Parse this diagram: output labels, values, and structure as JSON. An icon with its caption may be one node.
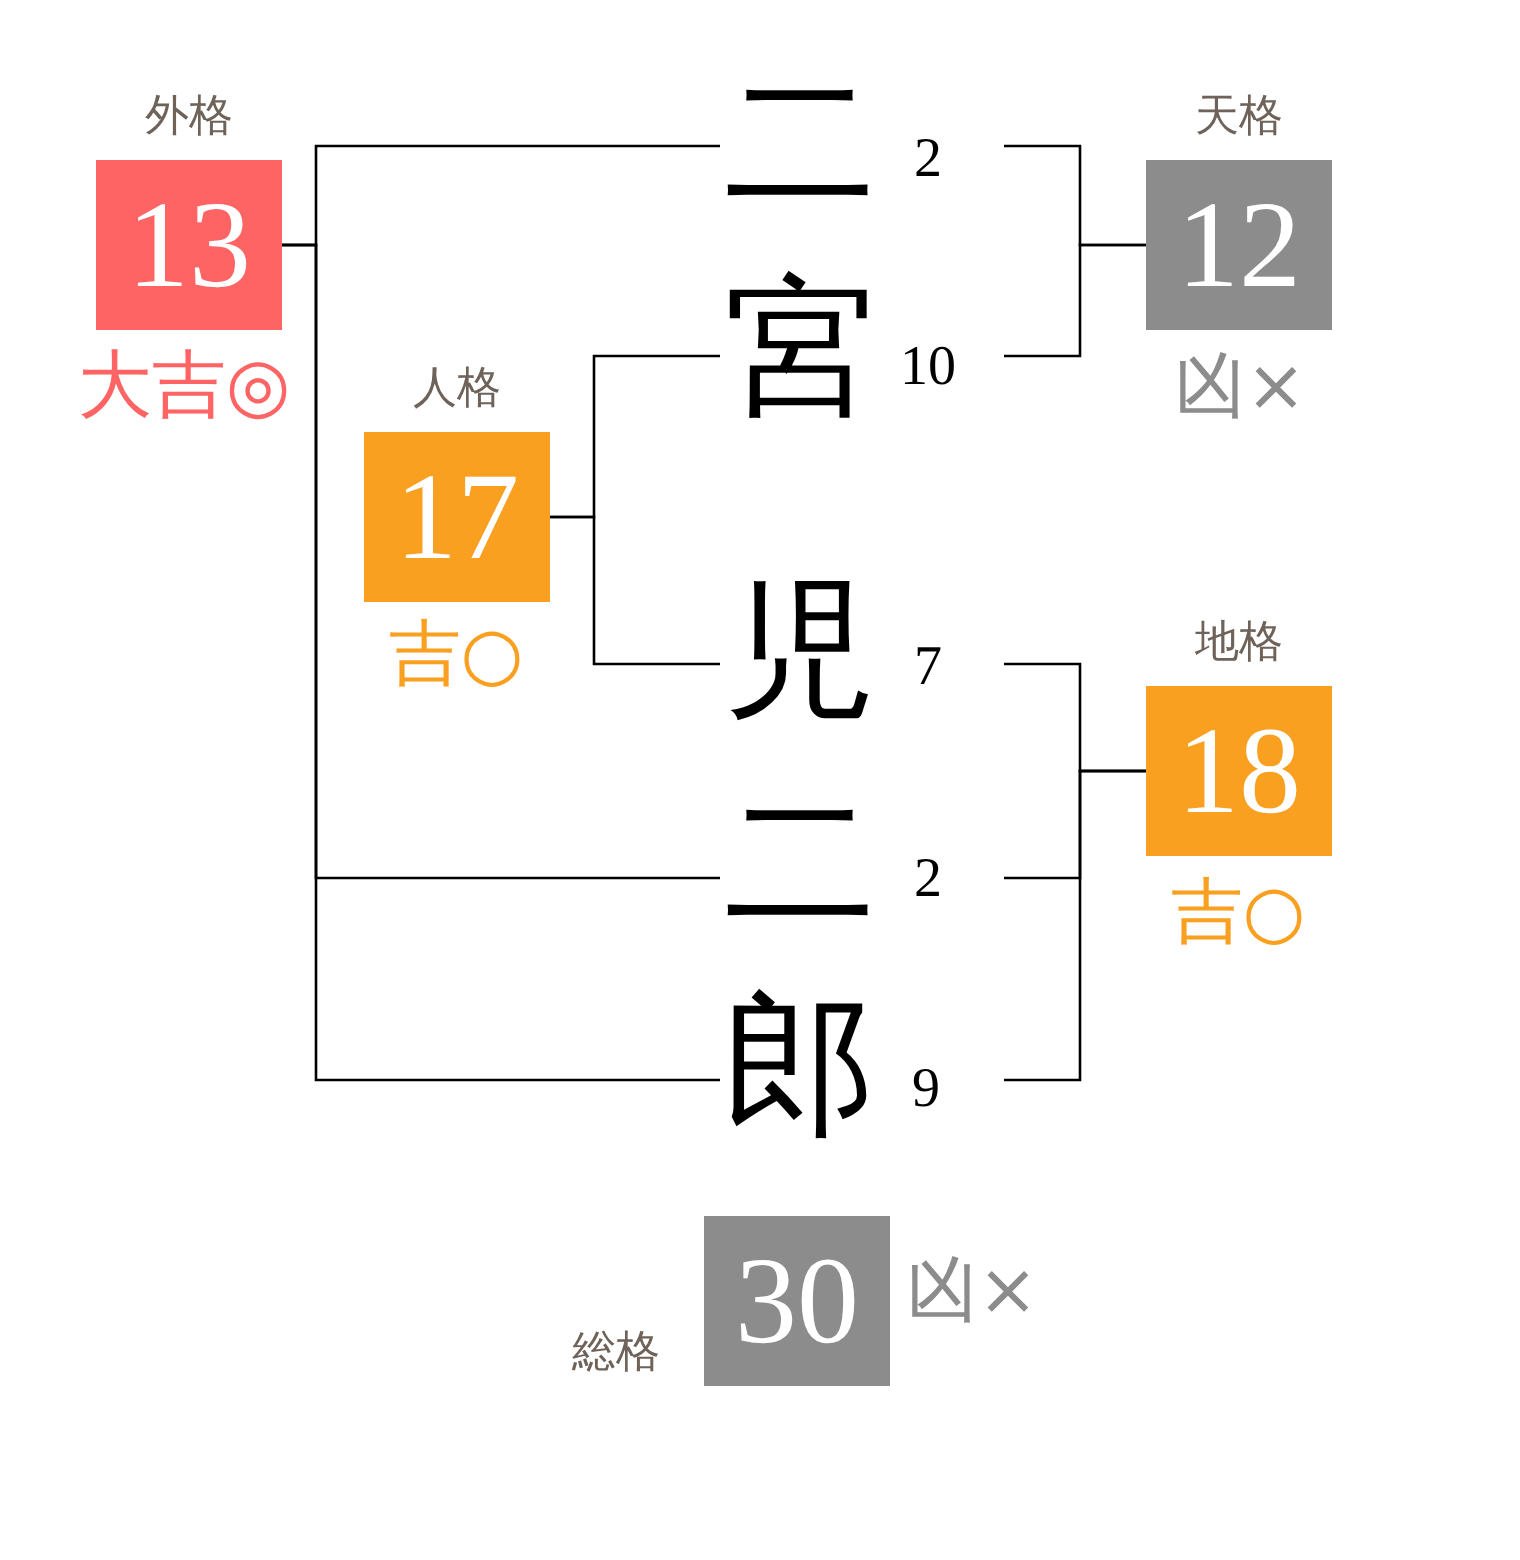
{
  "diagram": {
    "nodes": [
      {
        "text": [
          "外格",
          "13"
        ],
        "beside": [
          "大吉◎"
        ]
      },
      {
        "text": [
          "二"
        ],
        "beside": [
          "2"
        ]
      },
      {
        "text": [
          "天格",
          "12"
        ],
        "beside": [
          "凶×"
        ]
      },
      {
        "text": [
          "宮"
        ],
        "beside": [
          "10"
        ]
      },
      {
        "text": [
          "人格",
          "17"
        ],
        "beside": [
          "吉○"
        ]
      },
      {
        "text": [
          "児"
        ],
        "beside": [
          "7"
        ]
      },
      {
        "text": [
          "地格",
          "18"
        ],
        "beside": [
          "吉○"
        ]
      },
      {
        "text": [
          "二"
        ],
        "beside": [
          "2"
        ]
      },
      {
        "text": [
          "郎"
        ],
        "beside": [
          "9"
        ]
      },
      {
        "text": [
          "総格",
          "30"
        ],
        "beside": [
          "凶×"
        ]
      }
    ],
    "edges": [
      {
        "from": 0,
        "to": 1,
        "arrow": "none"
      },
      {
        "from": 0,
        "to": 7,
        "arrow": "none"
      },
      {
        "from": 0,
        "to": 8,
        "arrow": "none"
      },
      {
        "from": 1,
        "to": 2,
        "arrow": "none"
      },
      {
        "from": 3,
        "to": 2,
        "arrow": "none"
      },
      {
        "from": 4,
        "to": 3,
        "arrow": "none"
      },
      {
        "from": 4,
        "to": 5,
        "arrow": "none"
      },
      {
        "from": 5,
        "to": 6,
        "arrow": "none"
      },
      {
        "from": 7,
        "to": 6,
        "arrow": "none"
      },
      {
        "from": 8,
        "to": 6,
        "arrow": "none"
      }
    ]
  }
}
